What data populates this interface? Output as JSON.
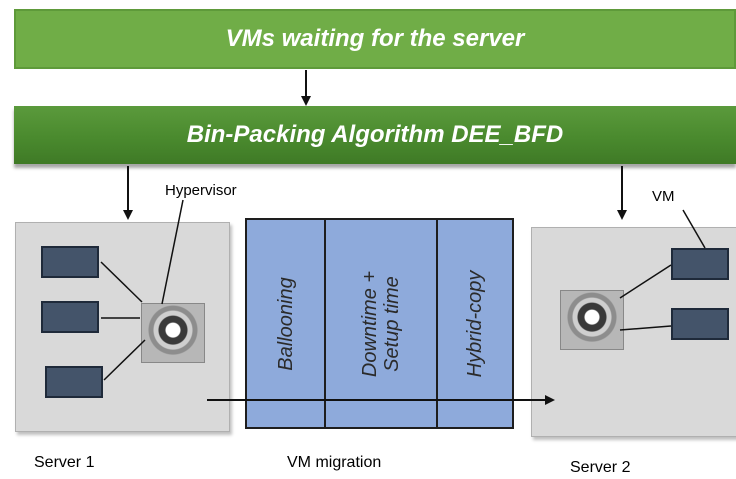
{
  "header": {
    "title": "VMs waiting for the server"
  },
  "algorithm": {
    "title": "Bin-Packing Algorithm DEE_BFD"
  },
  "labels": {
    "hypervisor": "Hypervisor",
    "vm": "VM"
  },
  "migration": {
    "label": "VM migration",
    "techniques": [
      {
        "line1": "Ballooning"
      },
      {
        "line1": "Downtime +",
        "line2": "Setup time"
      },
      {
        "line1": "Hybrid-copy"
      }
    ]
  },
  "servers": [
    {
      "label": "Server 1"
    },
    {
      "label": "Server 2"
    }
  ],
  "colors": {
    "banner_green": "#70ad47",
    "algo_green": "#4a8a2e",
    "server_gray": "#d9d9d9",
    "vm_navy": "#44546a",
    "migration_blue": "#8eaadb"
  }
}
